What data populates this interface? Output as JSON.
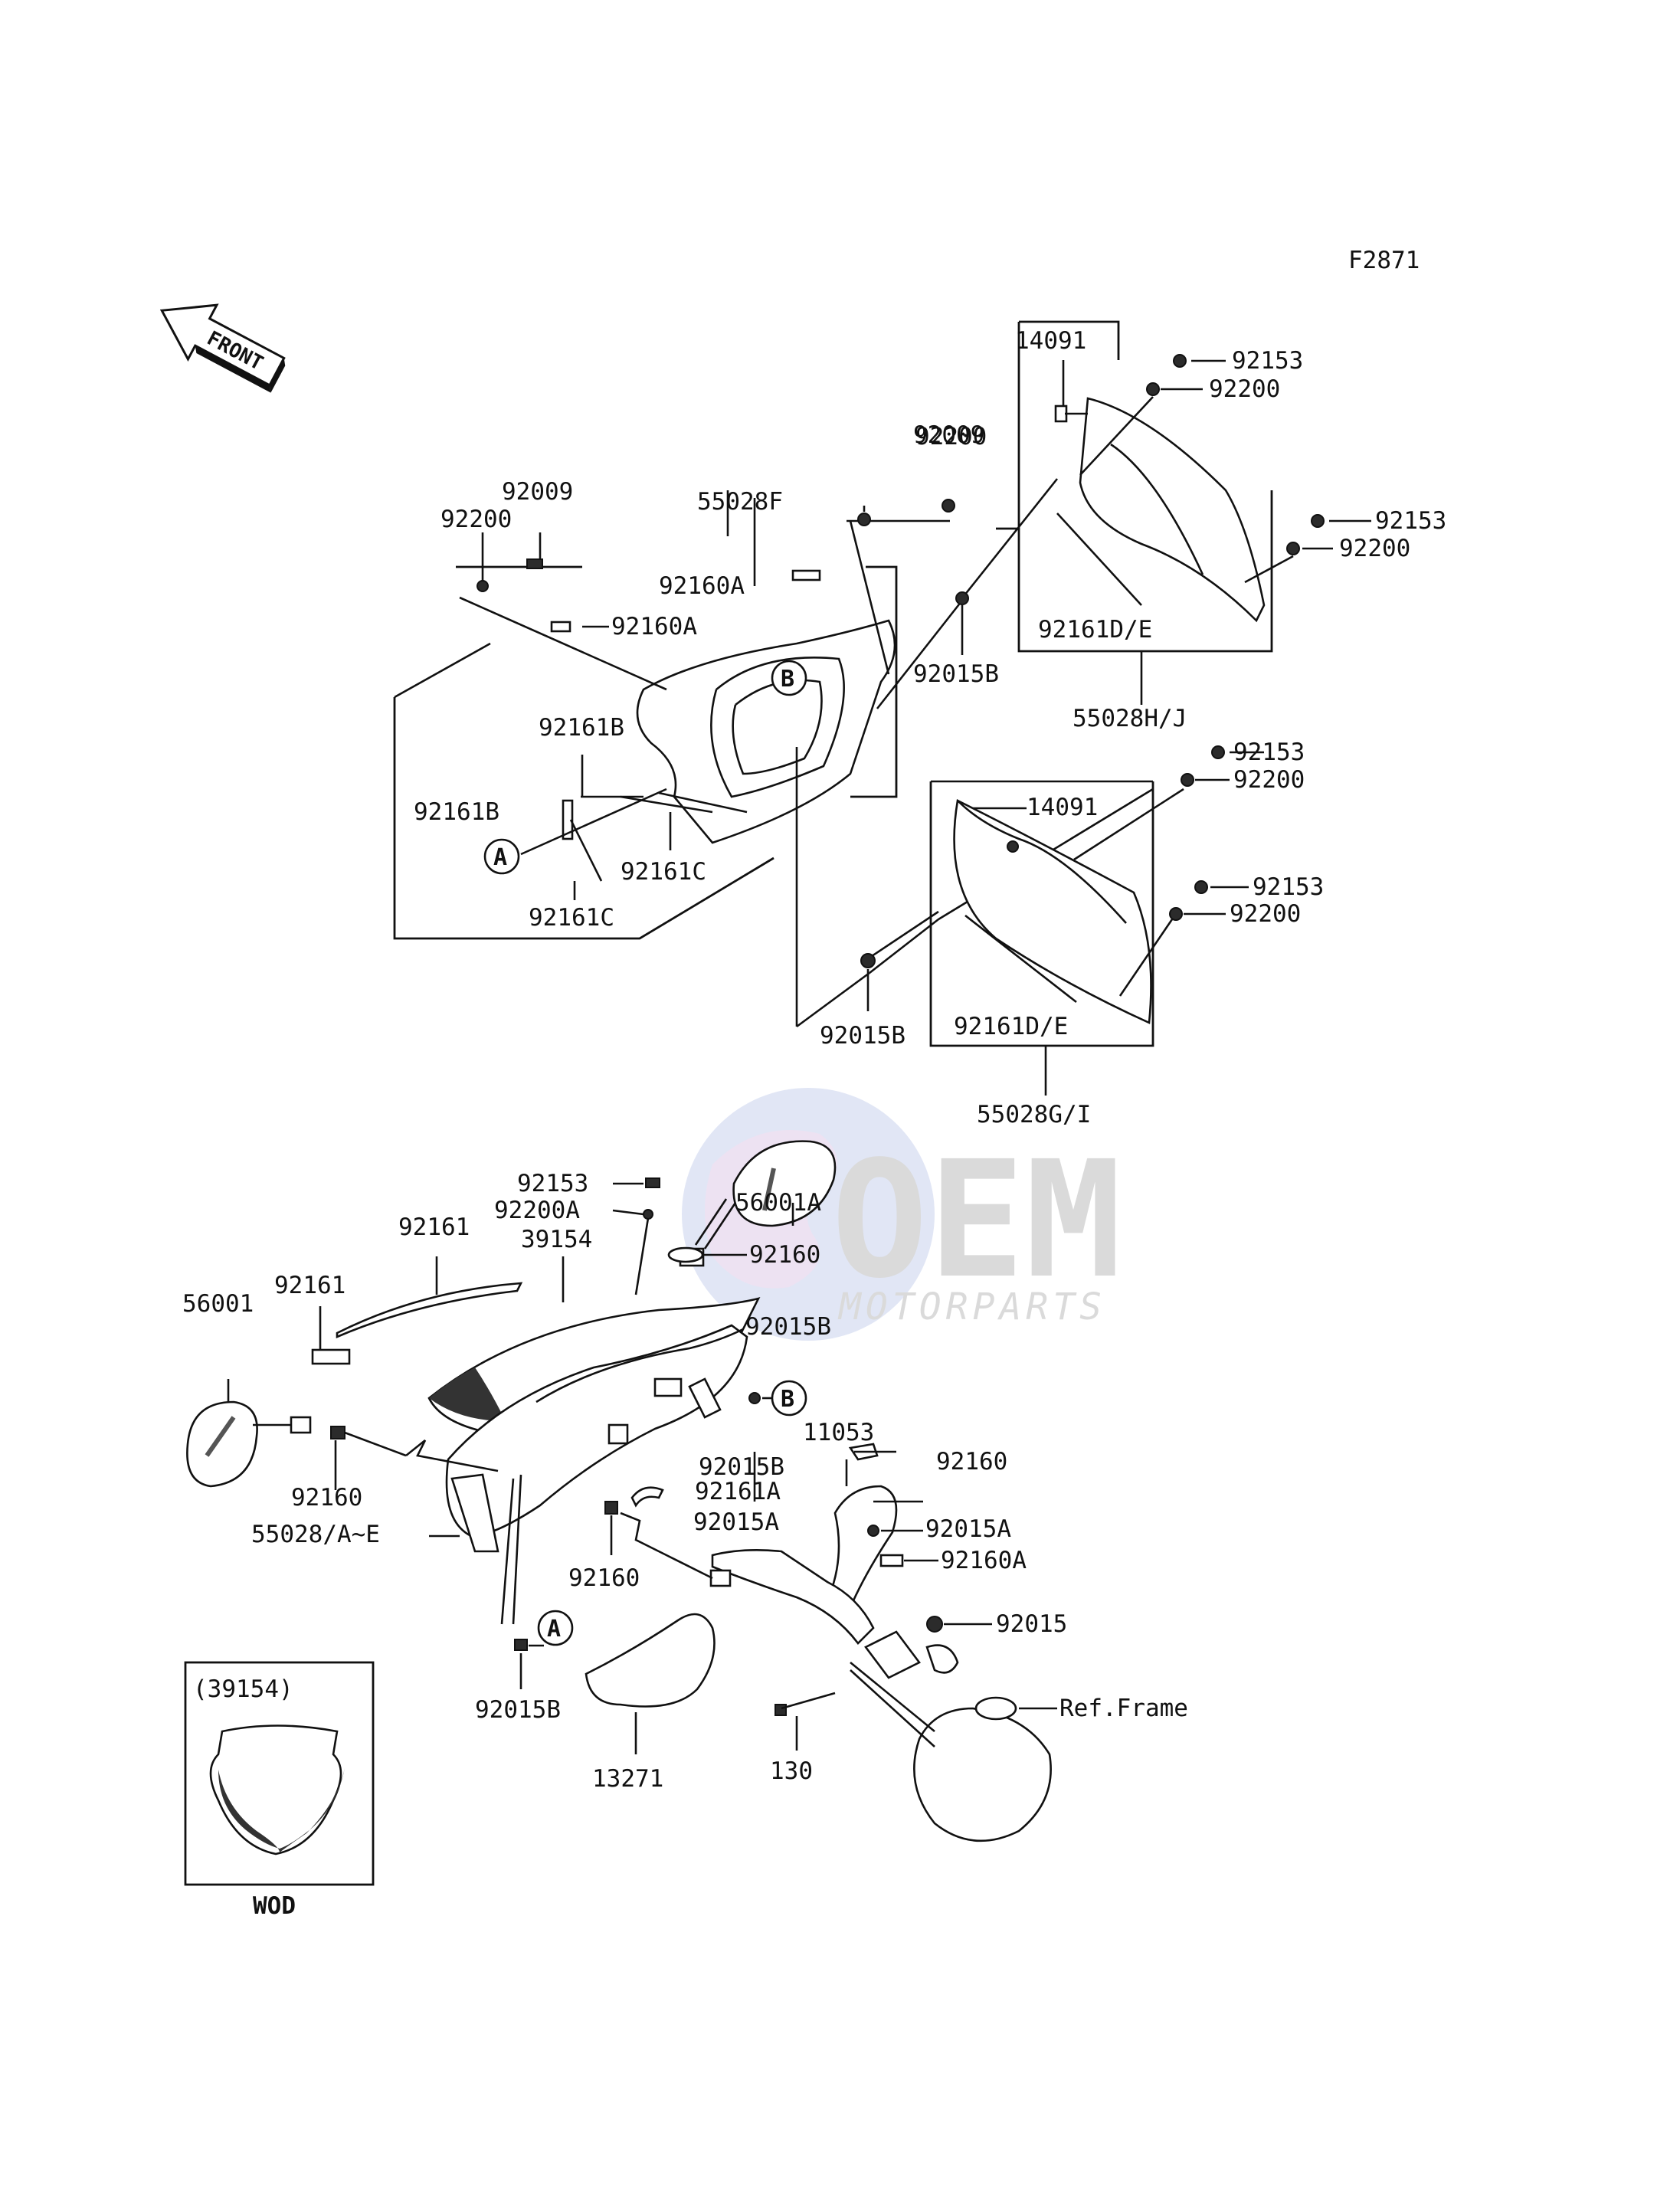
{
  "figure_code": "F2871",
  "front_arrow_label": "FRONT",
  "watermark": {
    "brand": "OEM",
    "sub": "MOTORPARTS",
    "colors": [
      "#b8c6e6",
      "#d9c6e8",
      "#cfcfcf"
    ]
  },
  "inset_box": {
    "title": "(39154)",
    "caption": "WOD"
  },
  "circle_markers": [
    "A",
    "B"
  ],
  "labels": {
    "l01": "14091",
    "l02": "92153",
    "l03": "92200",
    "l04": "92153",
    "l05": "92200",
    "l06": "92161D/E",
    "l07": "55028H/J",
    "l08": "92200",
    "l09": "92009",
    "l10": "92015B",
    "l11": "92009",
    "l12": "92200",
    "l13": "55028F",
    "l14": "92160A",
    "l15": "92160A",
    "l16": "92161B",
    "l17": "92161B",
    "l18": "92161C",
    "l19": "92161C",
    "l20": "92153",
    "l21": "92200",
    "l22": "14091",
    "l23": "92153",
    "l24": "92200",
    "l25": "92015B",
    "l26": "92161D/E",
    "l27": "55028G/I",
    "l28": "92153",
    "l29": "92200A",
    "l30": "56001A",
    "l31": "92161",
    "l32": "39154",
    "l33": "92160",
    "l34": "92161",
    "l35": "56001",
    "l36": "92015B",
    "l37": "92015B",
    "l38": "11053",
    "l39": "92160",
    "l40": "92161A",
    "l41": "92015A",
    "l42": "92015A",
    "l43": "92160",
    "l44": "55028/A~E",
    "l45": "92160",
    "l46": "92160A",
    "l47": "92015",
    "l48": "Ref.Frame",
    "l49": "92015B",
    "l50": "13271",
    "l51": "130"
  }
}
